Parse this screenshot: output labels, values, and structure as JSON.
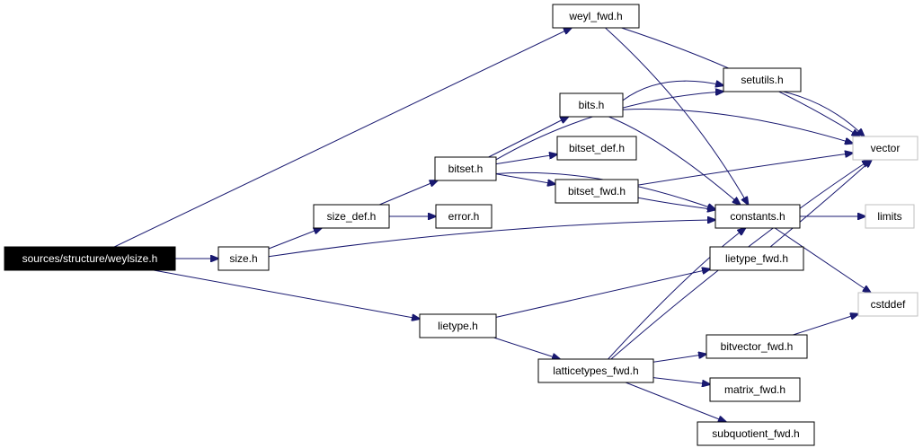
{
  "colors": {
    "edge": "#191970",
    "root_fill": "#000000",
    "external_border": "#bfbfbf"
  },
  "nodes": [
    {
      "id": "weylsize",
      "label": "sources/structure/weylsize.h",
      "kind": "root"
    },
    {
      "id": "size",
      "label": "size.h",
      "kind": "header"
    },
    {
      "id": "size_def",
      "label": "size_def.h",
      "kind": "header"
    },
    {
      "id": "error",
      "label": "error.h",
      "kind": "header"
    },
    {
      "id": "bitset",
      "label": "bitset.h",
      "kind": "header"
    },
    {
      "id": "bits",
      "label": "bits.h",
      "kind": "header"
    },
    {
      "id": "bitset_def",
      "label": "bitset_def.h",
      "kind": "header"
    },
    {
      "id": "bitset_fwd",
      "label": "bitset_fwd.h",
      "kind": "header"
    },
    {
      "id": "weyl_fwd",
      "label": "weyl_fwd.h",
      "kind": "header"
    },
    {
      "id": "setutils",
      "label": "setutils.h",
      "kind": "header"
    },
    {
      "id": "constants",
      "label": "constants.h",
      "kind": "header"
    },
    {
      "id": "vector",
      "label": "vector",
      "kind": "external"
    },
    {
      "id": "limits",
      "label": "limits",
      "kind": "external"
    },
    {
      "id": "cstddef",
      "label": "cstddef",
      "kind": "external"
    },
    {
      "id": "lietype_fwd",
      "label": "lietype_fwd.h",
      "kind": "header"
    },
    {
      "id": "lietype",
      "label": "lietype.h",
      "kind": "header"
    },
    {
      "id": "latticetypes_fwd",
      "label": "latticetypes_fwd.h",
      "kind": "header"
    },
    {
      "id": "bitvector_fwd",
      "label": "bitvector_fwd.h",
      "kind": "header"
    },
    {
      "id": "matrix_fwd",
      "label": "matrix_fwd.h",
      "kind": "header"
    },
    {
      "id": "subquotient_fwd",
      "label": "subquotient_fwd.h",
      "kind": "header"
    }
  ],
  "edges": [
    {
      "from": "weylsize",
      "to": "weyl_fwd"
    },
    {
      "from": "weylsize",
      "to": "size"
    },
    {
      "from": "weylsize",
      "to": "lietype"
    },
    {
      "from": "size",
      "to": "size_def"
    },
    {
      "from": "size",
      "to": "constants"
    },
    {
      "from": "size_def",
      "to": "bitset"
    },
    {
      "from": "size_def",
      "to": "error"
    },
    {
      "from": "bitset",
      "to": "bits"
    },
    {
      "from": "bitset",
      "to": "bitset_def"
    },
    {
      "from": "bitset",
      "to": "bitset_fwd"
    },
    {
      "from": "bitset",
      "to": "setutils"
    },
    {
      "from": "bitset",
      "to": "constants"
    },
    {
      "from": "bits",
      "to": "setutils"
    },
    {
      "from": "bits",
      "to": "vector"
    },
    {
      "from": "bits",
      "to": "constants"
    },
    {
      "from": "bitset_fwd",
      "to": "vector"
    },
    {
      "from": "bitset_fwd",
      "to": "constants"
    },
    {
      "from": "weyl_fwd",
      "to": "vector"
    },
    {
      "from": "weyl_fwd",
      "to": "constants"
    },
    {
      "from": "setutils",
      "to": "vector"
    },
    {
      "from": "constants",
      "to": "limits"
    },
    {
      "from": "constants",
      "to": "cstddef"
    },
    {
      "from": "lietype_fwd",
      "to": "vector"
    },
    {
      "from": "lietype",
      "to": "lietype_fwd"
    },
    {
      "from": "lietype",
      "to": "latticetypes_fwd"
    },
    {
      "from": "latticetypes_fwd",
      "to": "constants"
    },
    {
      "from": "latticetypes_fwd",
      "to": "vector"
    },
    {
      "from": "latticetypes_fwd",
      "to": "bitvector_fwd"
    },
    {
      "from": "latticetypes_fwd",
      "to": "matrix_fwd"
    },
    {
      "from": "latticetypes_fwd",
      "to": "subquotient_fwd"
    },
    {
      "from": "bitvector_fwd",
      "to": "cstddef"
    }
  ]
}
